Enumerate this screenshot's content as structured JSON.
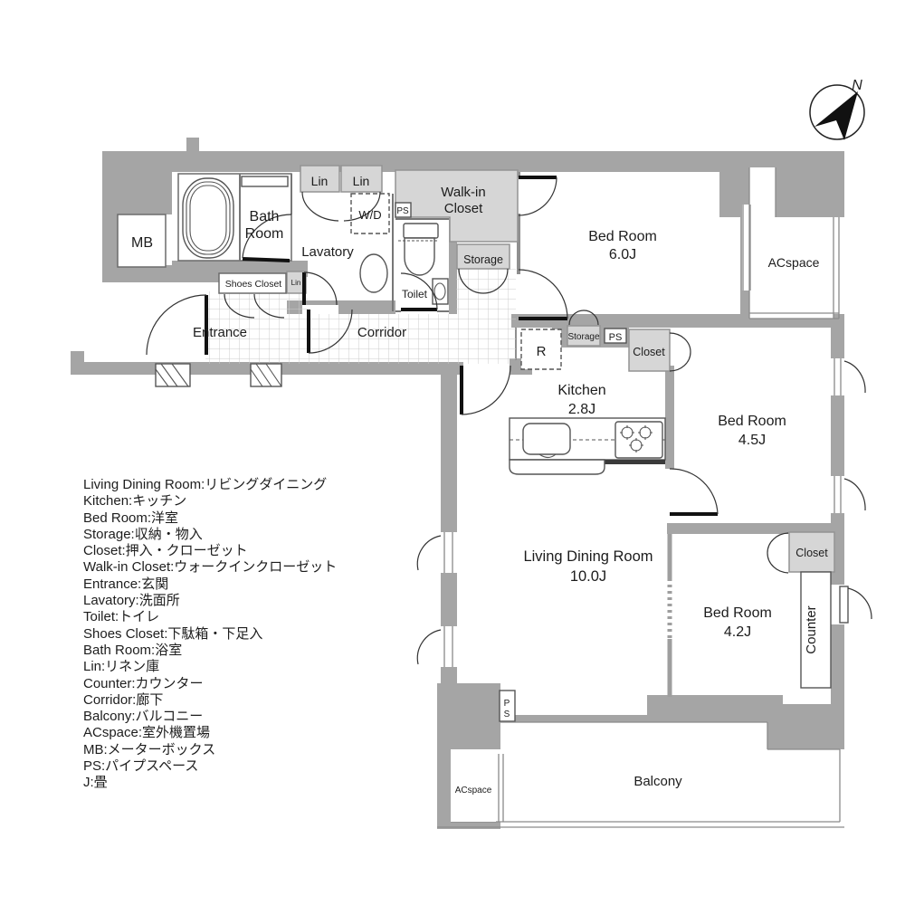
{
  "compass": {
    "north_label": "N"
  },
  "rooms": {
    "mb": {
      "label": "MB"
    },
    "bath": {
      "line1": "Bath",
      "line2": "Room"
    },
    "lin_left": {
      "label": "Lin"
    },
    "lin_right": {
      "label": "Lin"
    },
    "lin_small": {
      "label": "Lin"
    },
    "wd": {
      "label": "W/D"
    },
    "ps_lavatory": {
      "label": "PS"
    },
    "lavatory": {
      "label": "Lavatory"
    },
    "toilet": {
      "label": "Toilet"
    },
    "walk_in_closet": {
      "line1": "Walk-in",
      "line2": "Closet"
    },
    "storage_hall": {
      "label": "Storage"
    },
    "bedroom6": {
      "line1": "Bed Room",
      "line2": "6.0J"
    },
    "acspace_ne": {
      "label": "ACspace"
    },
    "shoes_closet": {
      "label": "Shoes Closet"
    },
    "entrance": {
      "label": "Entrance"
    },
    "corridor": {
      "label": "Corridor"
    },
    "storage_kitchen": {
      "label": "Storage"
    },
    "ps_kitchen": {
      "label": "PS"
    },
    "closet_kitchen": {
      "label": "Closet"
    },
    "refrigerator": {
      "label": "R"
    },
    "kitchen": {
      "line1": "Kitchen",
      "line2": "2.8J"
    },
    "bedroom45": {
      "line1": "Bed Room",
      "line2": "4.5J"
    },
    "living_dining": {
      "line1": "Living Dining Room",
      "line2": "10.0J"
    },
    "bedroom42": {
      "line1": "Bed Room",
      "line2": "4.2J"
    },
    "closet_bedroom42": {
      "label": "Closet"
    },
    "counter": {
      "label": "Counter"
    },
    "ps_living": {
      "letter1": "P",
      "letter2": "S"
    },
    "acspace_balcony": {
      "label": "ACspace"
    },
    "balcony": {
      "label": "Balcony"
    }
  },
  "legend": {
    "lines": [
      "Living Dining Room:リビングダイニング",
      "Kitchen:キッチン",
      "Bed Room:洋室",
      "Storage:収納・物入",
      "Closet:押入・クローゼット",
      "Walk-in Closet:ウォークインクローゼット",
      "Entrance:玄関",
      "Lavatory:洗面所",
      "Toilet:トイレ",
      "Shoes Closet:下駄箱・下足入",
      "Bath Room:浴室",
      "Lin:リネン庫",
      "Counter:カウンター",
      "Corridor:廊下",
      "Balcony:バルコニー",
      "ACspace:室外機置場",
      "MB:メーターボックス",
      "PS:パイプスペース",
      "J:畳"
    ]
  }
}
